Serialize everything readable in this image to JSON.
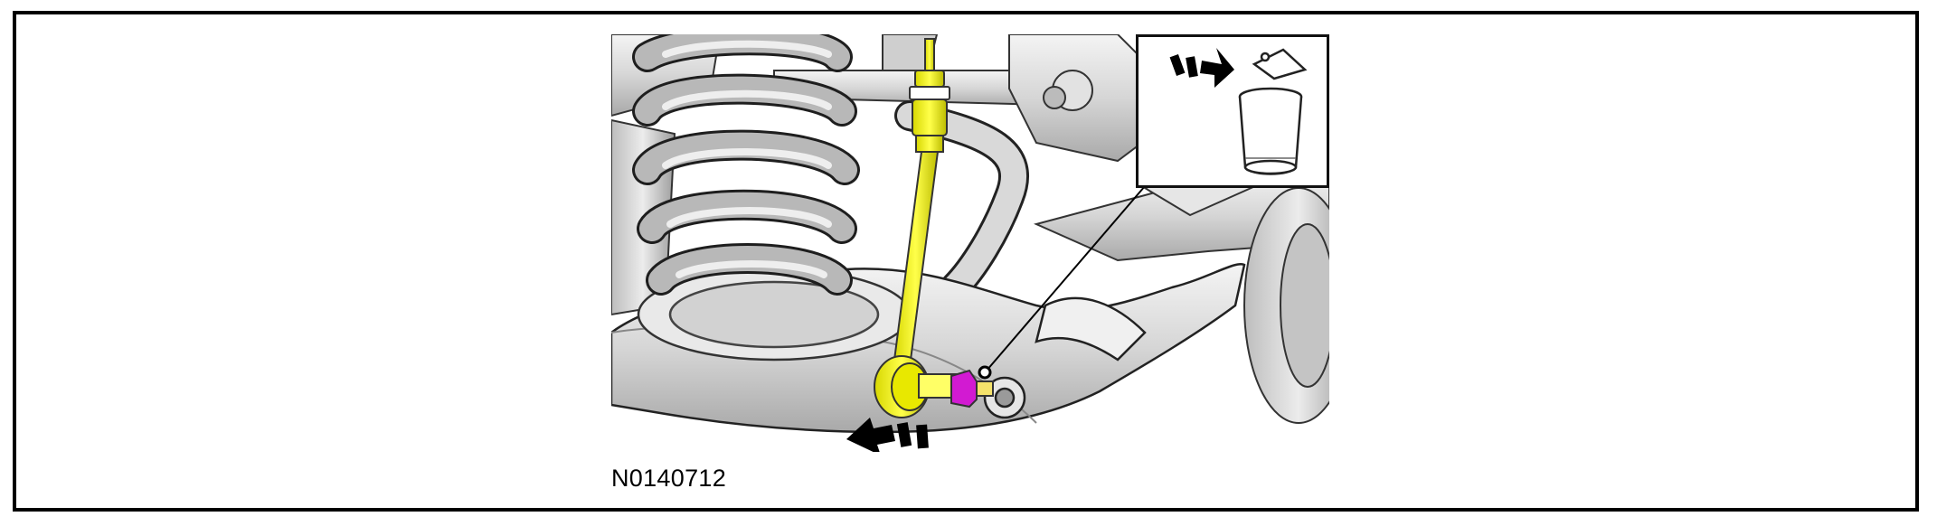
{
  "figure": {
    "id_label": "N0140712"
  },
  "illustration": {
    "subject": "rear-suspension-stabilizer-link",
    "highlight_colors": {
      "stabilizer_link": "#f2f21a",
      "nut": "#d21ad2",
      "body_gray": "#d8d8d8",
      "outline": "#222222"
    },
    "icons": [
      "coil-spring",
      "stabilizer-link",
      "lower-control-arm",
      "nut",
      "removal-arrow-icon",
      "discard-arrow-icon",
      "trash-can-icon"
    ]
  }
}
